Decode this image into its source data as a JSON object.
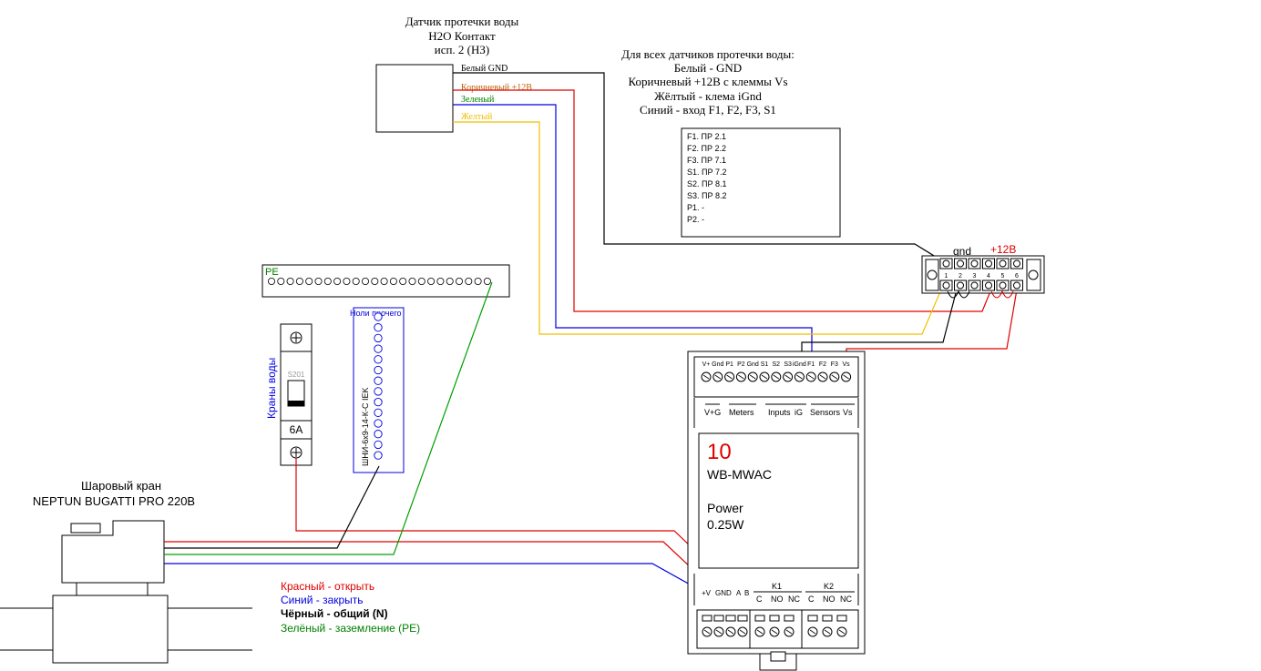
{
  "sensor": {
    "title_lines": [
      "Датчик протечки воды",
      "H2O Контакт",
      "исп. 2 (НЗ)"
    ],
    "wires": {
      "white": "Белый GND",
      "brown": "Коричневый +12В",
      "green": "Зеленый",
      "yellow": "Желтый"
    }
  },
  "legend_notes": [
    "Для всех датчиков протечки воды:",
    "Белый - GND",
    "Коричневый +12В с клеммы Vs",
    "Жёлтый - клема iGnd",
    "Синий - вход F1, F2, F3, S1"
  ],
  "inputs_table": [
    "F1. ПР 2.1",
    "F2. ПР 2.2",
    "F3. ПР 7.1",
    "S1. ПР 7.2",
    "S2. ПР 8.1",
    "S3. ПР 8.2",
    "P1. -",
    "P2. -"
  ],
  "terminal_block": {
    "gnd_label": "gnd",
    "plus_label": "+12В",
    "numbers": [
      "1",
      "2",
      "3",
      "4",
      "5",
      "6"
    ]
  },
  "pe_bus": {
    "label": "PE"
  },
  "neutral_bus": {
    "label": "Ноли прочего",
    "model": "ШНИ-6х9-14-К-С IEK"
  },
  "breaker": {
    "group_label": "Краны воды",
    "model": "S201",
    "rating": "6А"
  },
  "valve": {
    "title_lines": [
      "Шаровый кран",
      "NEPTUN BUGATTI PRO 220В"
    ]
  },
  "module": {
    "top_terminals": [
      "V+",
      "Gnd",
      "P1",
      "P2",
      "Gnd",
      "S1",
      "S2",
      "S3",
      "iGnd",
      "F1",
      "F2",
      "F3",
      "Vs"
    ],
    "group_labels": [
      "V+G",
      "Meters",
      "Inputs",
      "iG",
      "Sensors",
      "Vs"
    ],
    "address": "10",
    "name": "WB-MWAC",
    "power_label": "Power",
    "power_value": "0.25W",
    "bottom_left_terminals": [
      "+V",
      "GND",
      "A",
      "B"
    ],
    "relays": [
      {
        "name": "K1",
        "contacts": [
          "C",
          "NO",
          "NC"
        ]
      },
      {
        "name": "K2",
        "contacts": [
          "C",
          "NO",
          "NC"
        ]
      }
    ]
  },
  "wire_legend": [
    {
      "text": "Красный - открыть",
      "color": "#e00000",
      "bold": false
    },
    {
      "text": "Синий - закрыть",
      "color": "#0000e0",
      "bold": false
    },
    {
      "text": "Чёрный - общий (N)",
      "color": "#000000",
      "bold": true
    },
    {
      "text": "Зелёный - заземление (PE)",
      "color": "#008000",
      "bold": false
    }
  ],
  "colors": {
    "red": "#e00000",
    "blue": "#0000e0",
    "green": "#00a000",
    "yellow": "#f0c000",
    "brown": "#c06000",
    "black": "#000000"
  }
}
